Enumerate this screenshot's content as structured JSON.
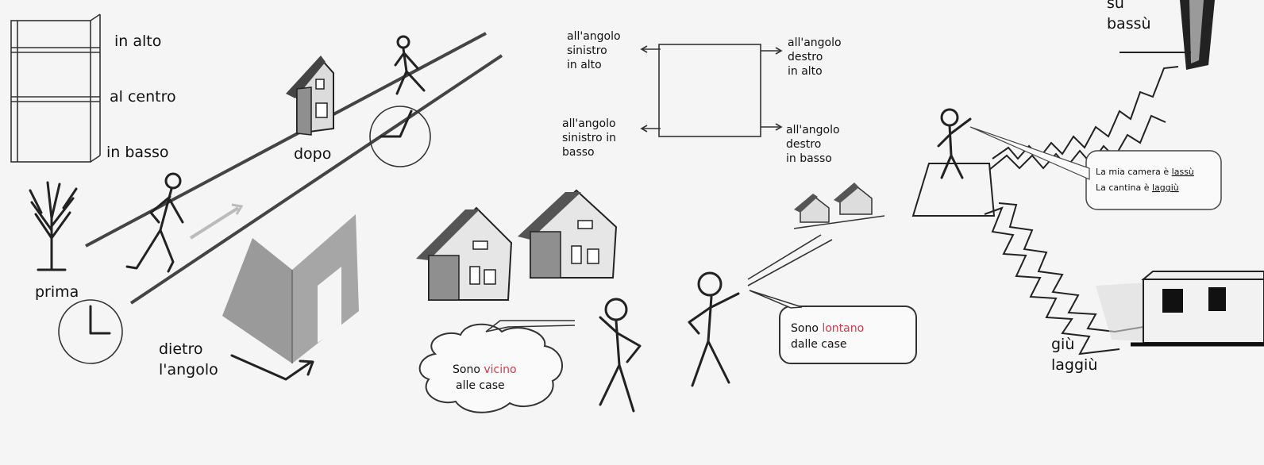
{
  "shelf": {
    "top": "in alto",
    "center": "al centro",
    "bottom": "in basso"
  },
  "time": {
    "before": "prima",
    "after": "dopo"
  },
  "corner": "dietro\nl'angolo",
  "rectangle": {
    "top_left": "all'angolo\nsinistro\nin alto",
    "top_right": "all'angolo\ndestro\nin alto",
    "bottom_left": "all'angolo\nsinistro in\nbasso",
    "bottom_right": "all'angolo\ndestro\nin basso"
  },
  "near": {
    "prefix": "Sono ",
    "highlight": "vicino",
    "suffix": "alle case"
  },
  "far": {
    "prefix": "Sono ",
    "highlight": "lontano",
    "suffix": "dalle case"
  },
  "stairs": {
    "up": "su\nbassù",
    "down": "giù\nlaggiù",
    "bubble_line1_prefix": "La mia camera è ",
    "bubble_line1_word": "lassù",
    "bubble_line2_prefix": "La cantina è ",
    "bubble_line2_word": "laggiù"
  },
  "colors": {
    "highlight": "#d83848",
    "wall": "#9a9a9a",
    "roof": "#555555"
  }
}
